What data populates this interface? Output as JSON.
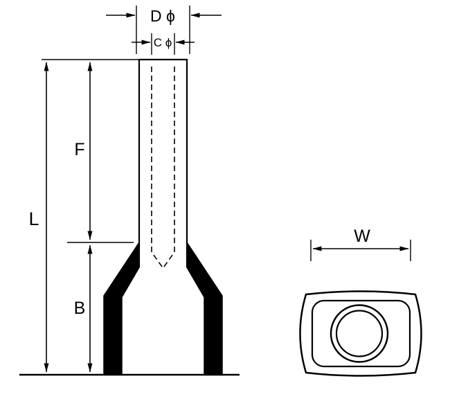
{
  "drawing": {
    "front_view": {
      "dim_outer_diameter": "D ϕ",
      "dim_inner_diameter": "C ϕ",
      "dim_total_length": "L",
      "dim_barrel_length": "F",
      "dim_sleeve_length": "B"
    },
    "end_view": {
      "dim_width": "W"
    },
    "colors": {
      "stroke": "#000000",
      "sleeve_fill": "#000000",
      "background": "#ffffff"
    }
  }
}
